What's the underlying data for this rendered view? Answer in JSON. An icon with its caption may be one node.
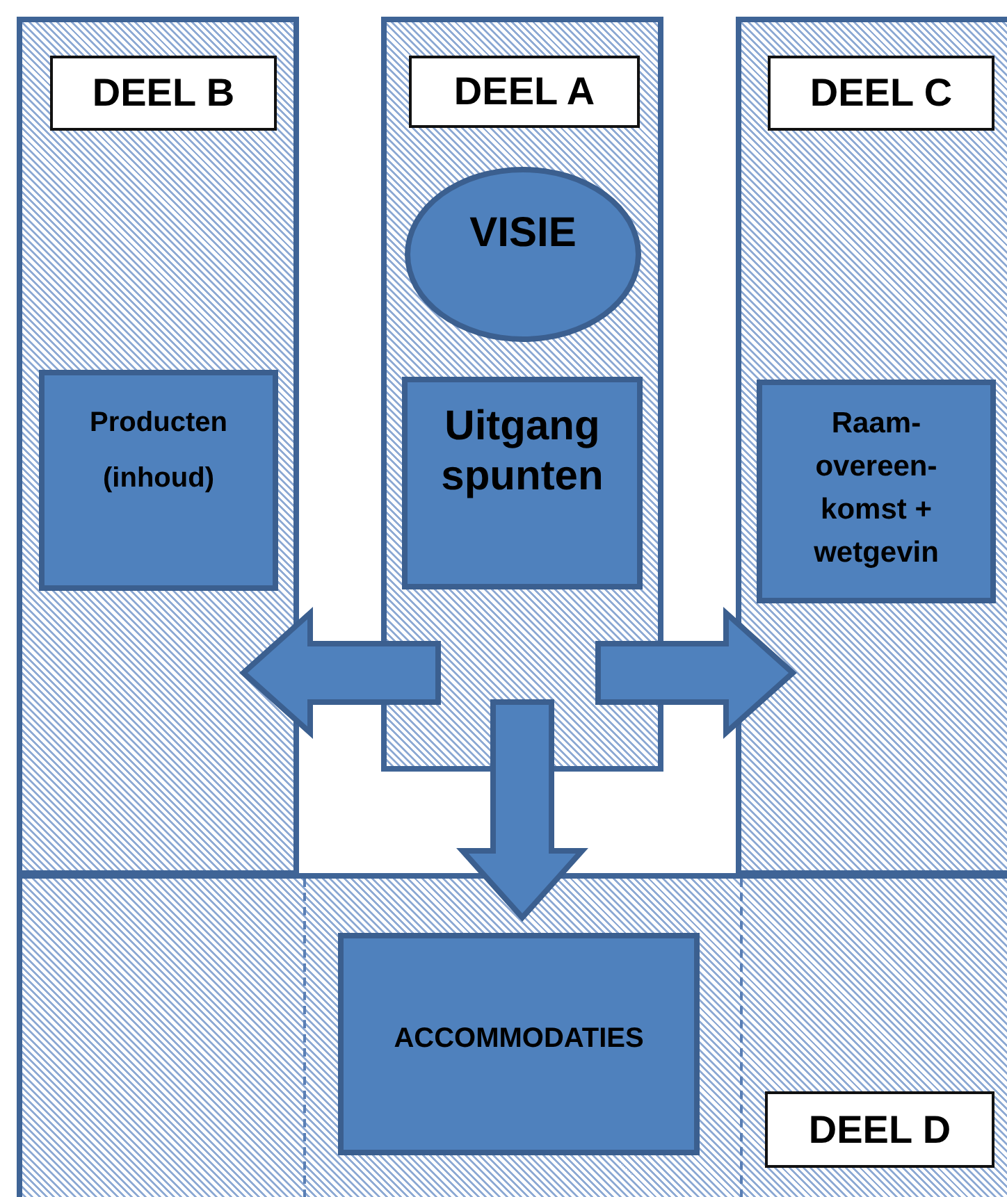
{
  "diagram": {
    "nodes": [
      {
        "text": [
          "DEEL B"
        ]
      },
      {
        "text": [
          "Producten (inhoud)"
        ],
        "in": 0
      },
      {
        "text": [
          "DEEL A"
        ]
      },
      {
        "text": [
          "VISIE"
        ],
        "in": 2
      },
      {
        "text": [
          "Uitgang spunten"
        ],
        "in": 2
      },
      {
        "text": [
          "DEEL C"
        ]
      },
      {
        "text": [
          "Raam- overeen- komst + wetgevin"
        ],
        "in": 5
      },
      {
        "text": [
          "DEEL D"
        ]
      },
      {
        "text": [
          "ACCOMMODATIES"
        ],
        "in": 7
      }
    ],
    "edges": [
      {
        "from": 2,
        "to": 0,
        "arrow": "to"
      },
      {
        "from": 2,
        "to": 5,
        "arrow": "to"
      },
      {
        "from": 2,
        "to": 7,
        "arrow": "to"
      }
    ]
  }
}
